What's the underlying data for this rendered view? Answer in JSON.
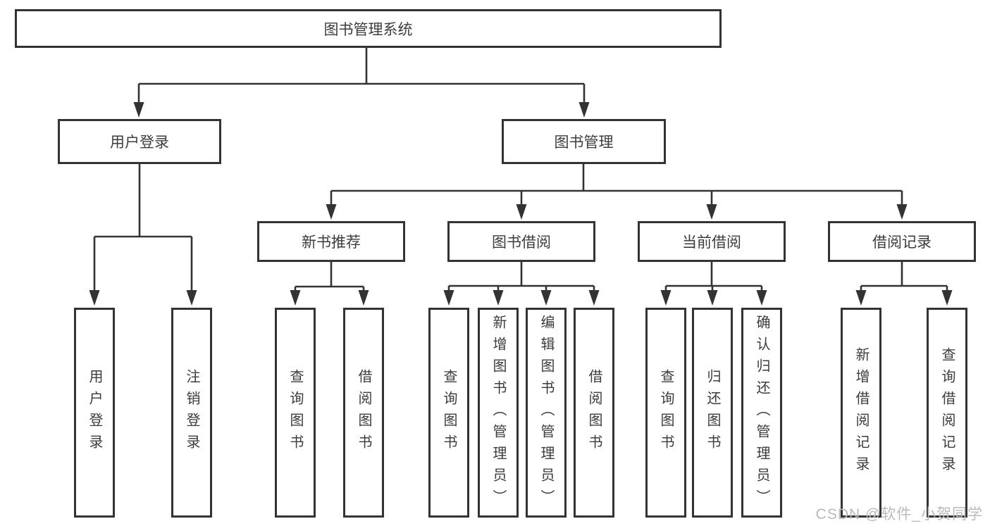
{
  "tree": {
    "label": "图书管理系统",
    "children": [
      {
        "label": "用户登录",
        "children": [
          {
            "label": "用户登录"
          },
          {
            "label": "注销登录"
          }
        ]
      },
      {
        "label": "图书管理",
        "children": [
          {
            "label": "新书推荐",
            "children": [
              {
                "label": "查询图书"
              },
              {
                "label": "借阅图书"
              }
            ]
          },
          {
            "label": "图书借阅",
            "children": [
              {
                "label": "查询图书"
              },
              {
                "label": "新增图书（管理员）"
              },
              {
                "label": "编辑图书（管理员）"
              },
              {
                "label": "借阅图书"
              }
            ]
          },
          {
            "label": "当前借阅",
            "children": [
              {
                "label": "查询图书"
              },
              {
                "label": "归还图书"
              },
              {
                "label": "确认归还（管理员）"
              }
            ]
          },
          {
            "label": "借阅记录",
            "children": [
              {
                "label": "新增借阅记录"
              },
              {
                "label": "查询借阅记录"
              }
            ]
          }
        ]
      }
    ]
  },
  "watermark": "CSDN @软件_小贺同学",
  "colors": {
    "line": "#333333",
    "box_border": "#333333",
    "text": "#3c3c3c",
    "watermark": "#bababa",
    "background": "#ffffff"
  }
}
